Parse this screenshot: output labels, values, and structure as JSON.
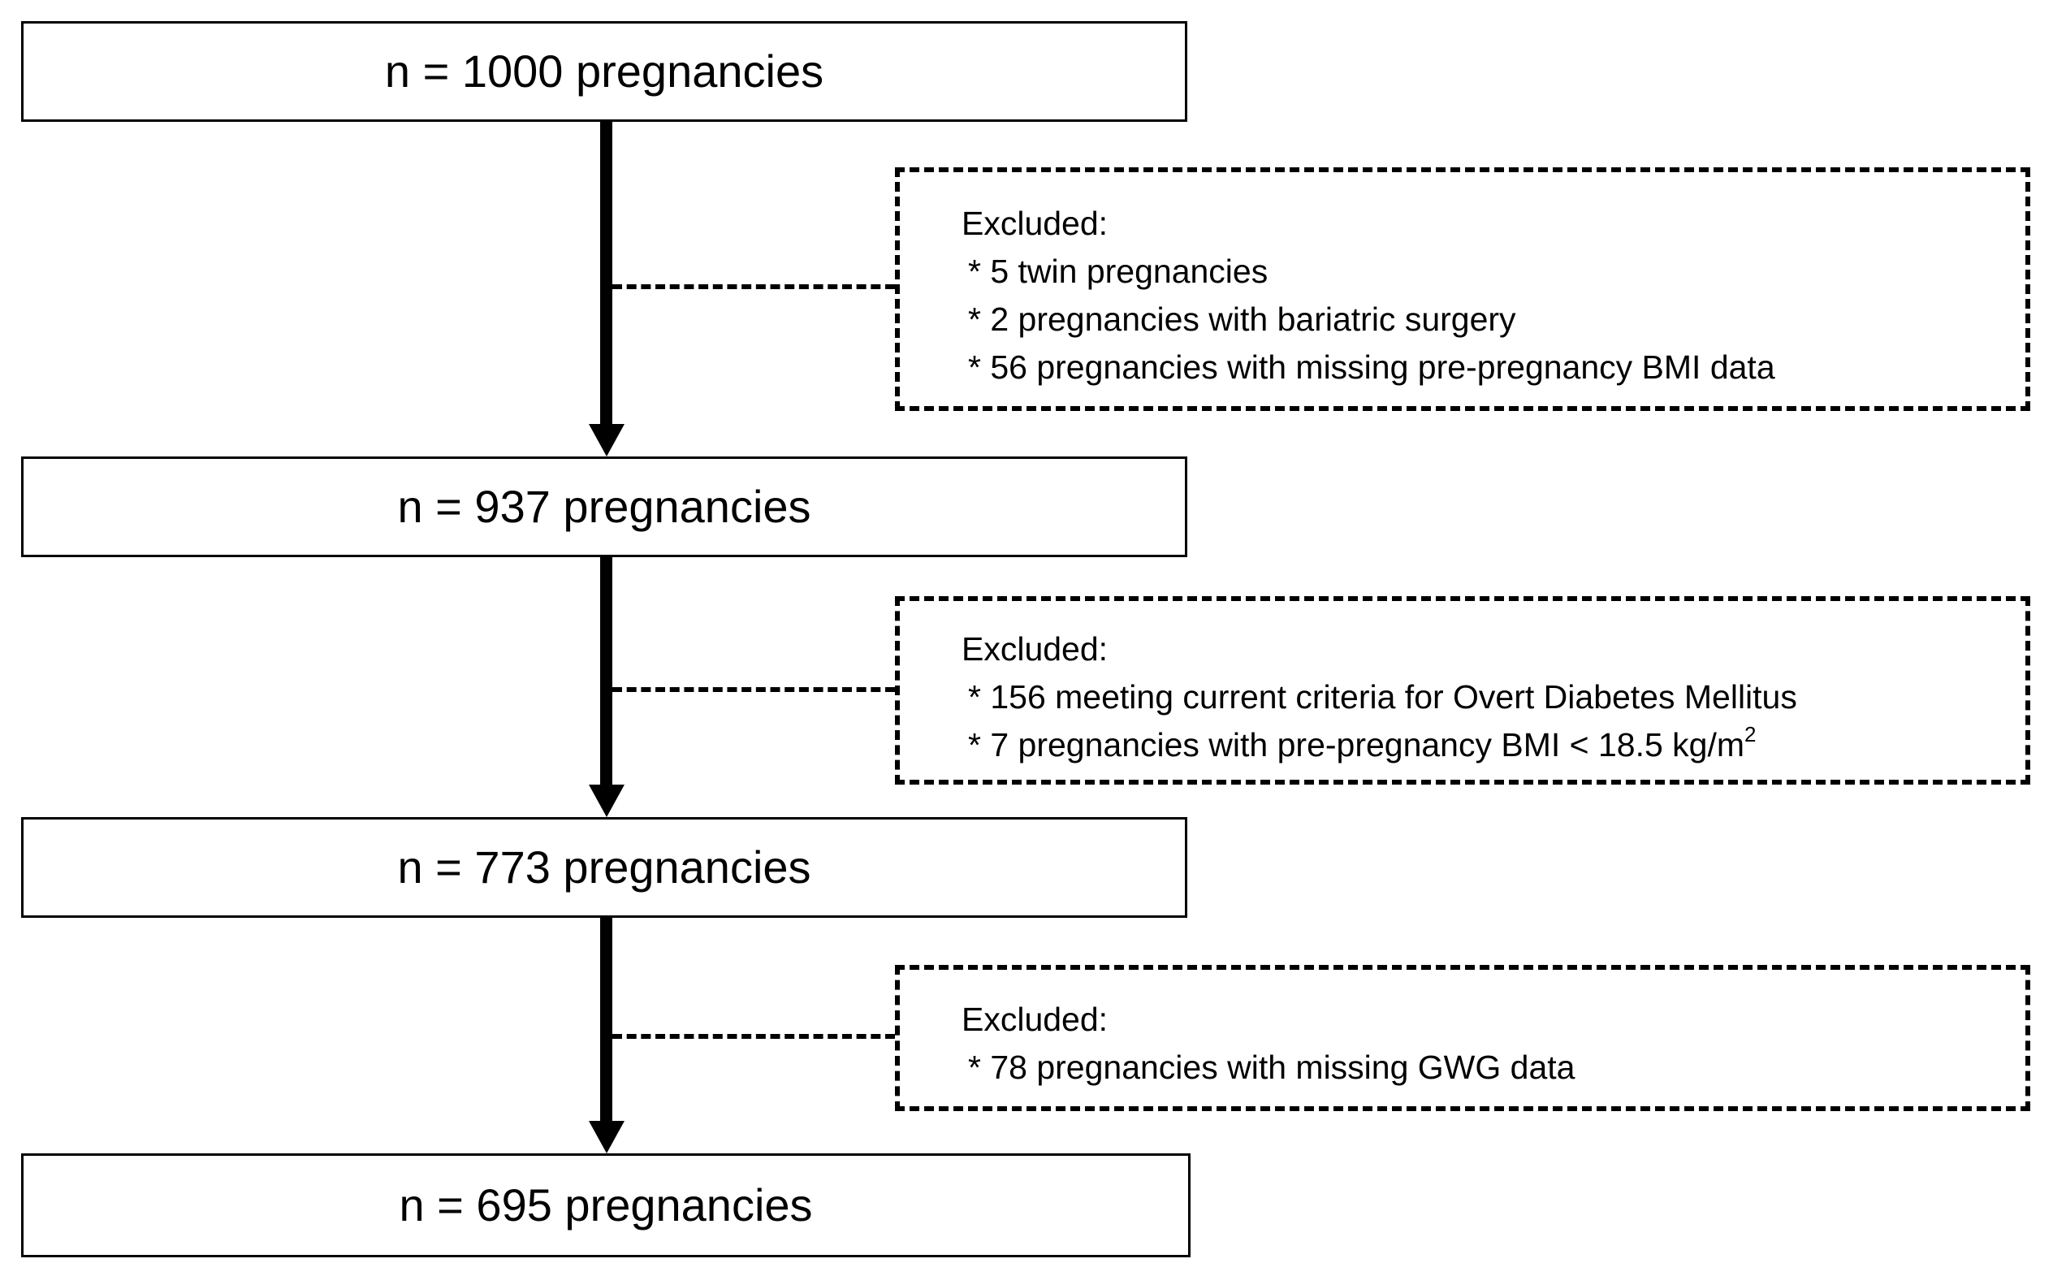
{
  "stages": [
    {
      "label": "n = 1000 pregnancies"
    },
    {
      "label": "n = 937 pregnancies"
    },
    {
      "label": "n = 773 pregnancies"
    },
    {
      "label": "n = 695 pregnancies"
    }
  ],
  "exclusions": [
    {
      "heading": "Excluded:",
      "items": [
        "* 5 twin pregnancies",
        "* 2 pregnancies with bariatric surgery",
        "* 56 pregnancies with missing pre-pregnancy BMI data"
      ]
    },
    {
      "heading": "Excluded:",
      "items": [
        "* 156 meeting current criteria for Overt Diabetes Mellitus",
        "* 7 pregnancies with pre-pregnancy BMI < 18.5 kg/m",
        "2"
      ]
    },
    {
      "heading": "Excluded:",
      "items": [
        "* 78 pregnancies with missing GWG data"
      ]
    }
  ]
}
